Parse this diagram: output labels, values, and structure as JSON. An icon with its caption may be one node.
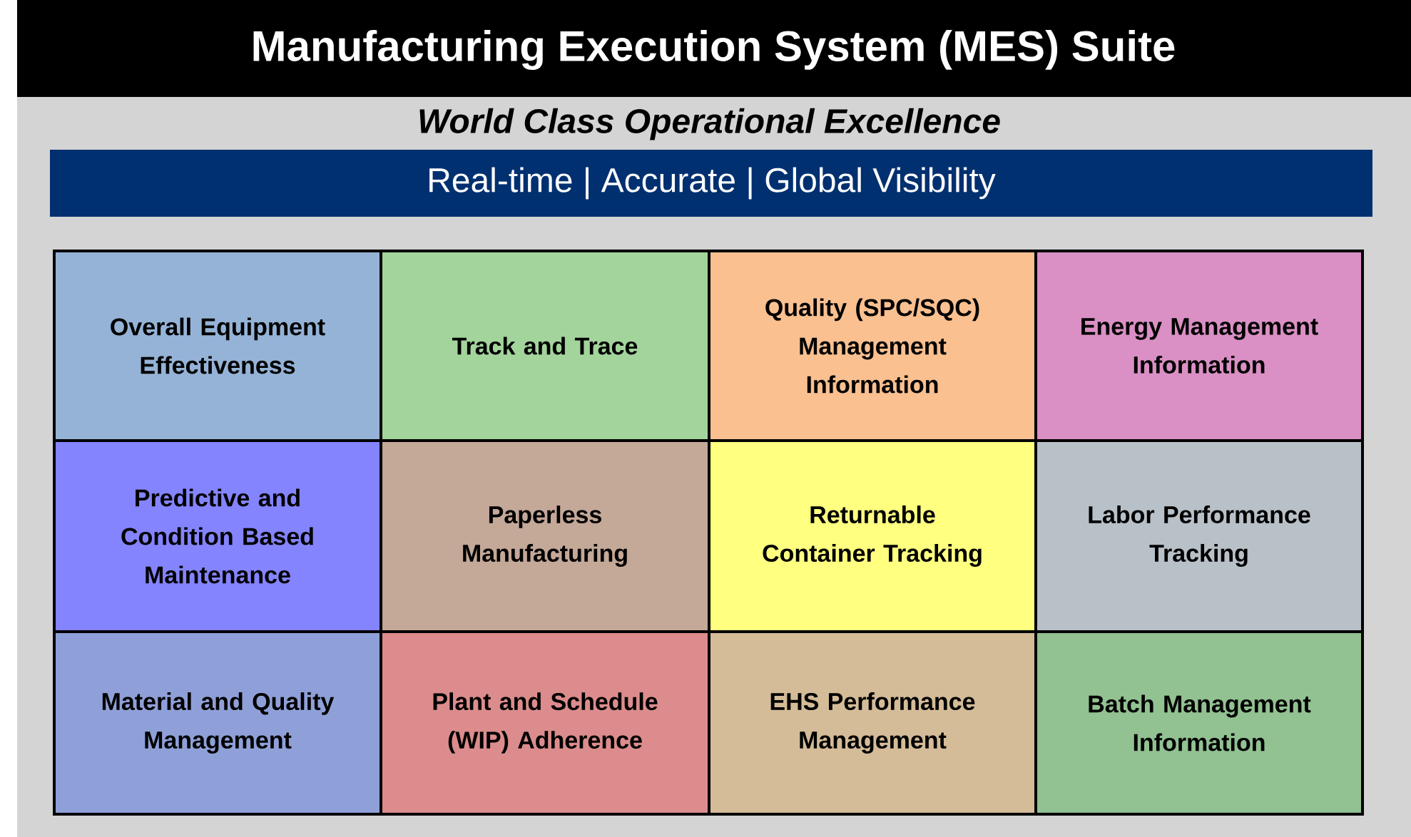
{
  "diagram": {
    "title": "Manufacturing Execution System (MES) Suite",
    "nodes": [
      {
        "text": [
          "Real-time | Accurate | Global Visibility"
        ]
      },
      {
        "text": [
          "Overall Equipment Effectiveness"
        ]
      },
      {
        "text": [
          "Track and Trace"
        ]
      },
      {
        "text": [
          "Quality (SPC/SQC) Management Information"
        ]
      },
      {
        "text": [
          "Energy Management Information"
        ]
      },
      {
        "text": [
          "Predictive and Condition Based Maintenance"
        ]
      },
      {
        "text": [
          "Paperless Manufacturing"
        ]
      },
      {
        "text": [
          "Returnable Container Tracking"
        ]
      },
      {
        "text": [
          "Labor Performance Tracking"
        ]
      },
      {
        "text": [
          "Material and Quality Management"
        ]
      },
      {
        "text": [
          "Plant and Schedule (WIP) Adherence"
        ]
      },
      {
        "text": [
          "EHS Performance Management"
        ]
      },
      {
        "text": [
          "Batch Management Information"
        ]
      }
    ],
    "labels": [
      "World Class Operational Excellence"
    ]
  }
}
